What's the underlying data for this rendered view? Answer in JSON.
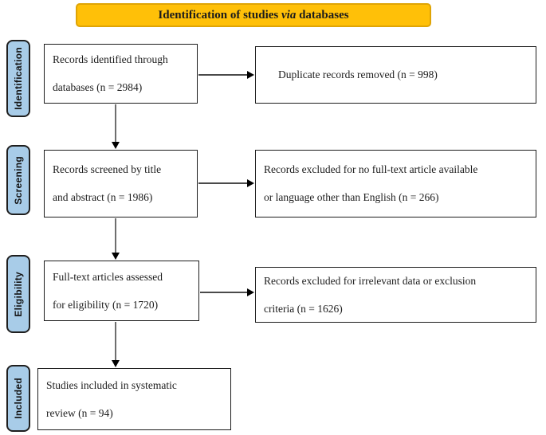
{
  "banner": {
    "prefix": "Identification of studies ",
    "italic": "via",
    "suffix": " databases"
  },
  "stages": [
    {
      "label": "Identification"
    },
    {
      "label": "Screening"
    },
    {
      "label": "Eligibility"
    },
    {
      "label": "Included"
    }
  ],
  "flow": {
    "box1": {
      "line1": "Records identified through",
      "line2": "databases (n = 2984)"
    },
    "right1": {
      "line1": "Duplicate records removed (n = 998)"
    },
    "box2": {
      "line1": "Records screened by title",
      "line2": "and abstract (n = 1986)"
    },
    "right2": {
      "line1": "Records excluded for no full-text article available",
      "line2": "or language other than English (n = 266)"
    },
    "box3": {
      "line1": "Full-text articles assessed",
      "line2": "for eligibility (n = 1720)"
    },
    "right3": {
      "line1": "Records excluded for irrelevant data or exclusion",
      "line2": "criteria (n = 1626)"
    },
    "box4": {
      "line1": "Studies included in systematic",
      "line2": "review (n = 94)"
    }
  },
  "colors": {
    "banner_bg": "#FFC008",
    "banner_border": "#DFA405",
    "stage_bg": "#A8CCE8",
    "stage_border": "#1F1F1F",
    "box_border": "#1C1C1C",
    "arrow_shaft": "#6E6E6E",
    "arrow_head": "#000000",
    "text": "#1C1C1C"
  }
}
